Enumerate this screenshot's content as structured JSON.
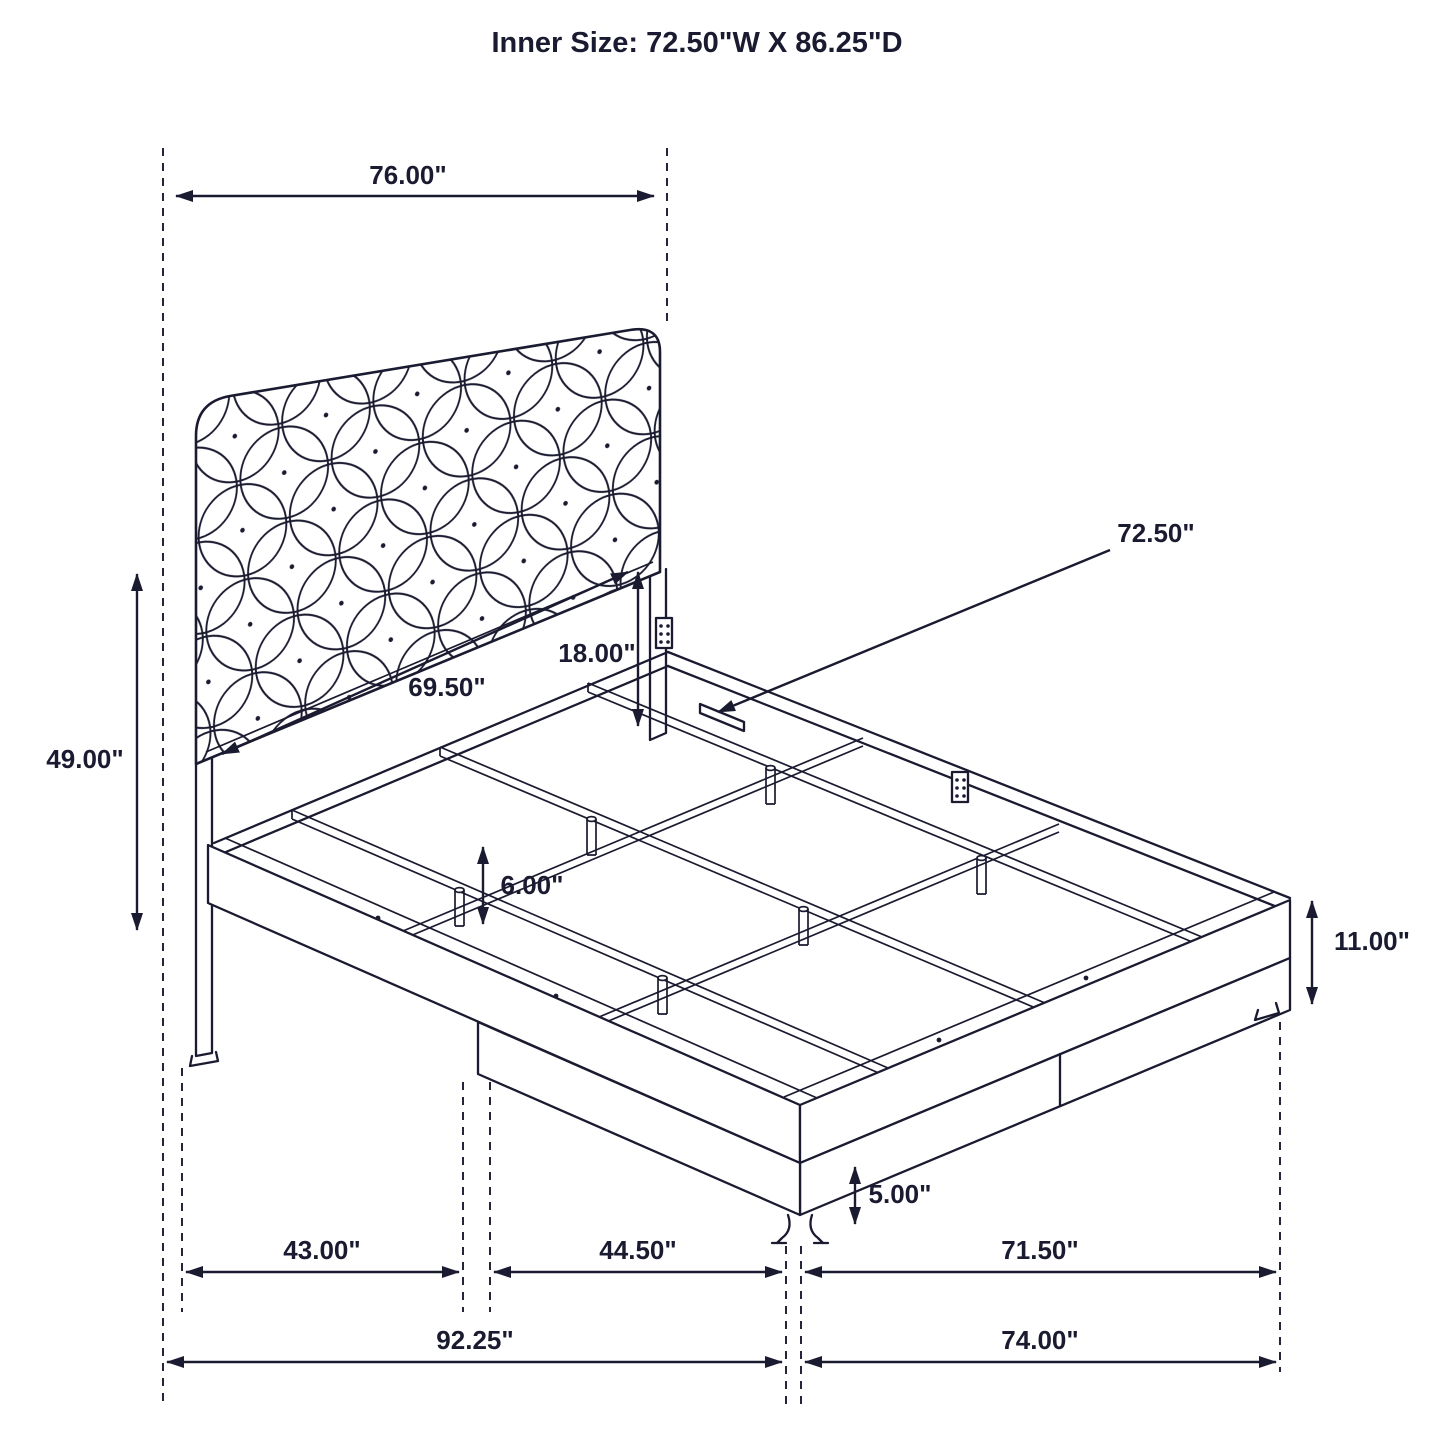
{
  "title": "Inner Size: 72.50\"W X 86.25\"D",
  "colors": {
    "line": "#1a1a30",
    "background": "#ffffff"
  },
  "dimensions": {
    "overall_width": "76.00\"",
    "inner_width": "72.50\"",
    "headboard_panel_drop": "18.00\"",
    "headboard_inner_width": "69.50\"",
    "headboard_height": "49.00\"",
    "support_leg_height": "6.00\"",
    "side_rail_height": "11.00\"",
    "front_leg_height": "5.00\"",
    "segment_left": "43.00\"",
    "segment_middle": "44.50\"",
    "segment_right": "71.50\"",
    "overall_depth": "92.25\"",
    "overall_footprint_width": "74.00\""
  }
}
